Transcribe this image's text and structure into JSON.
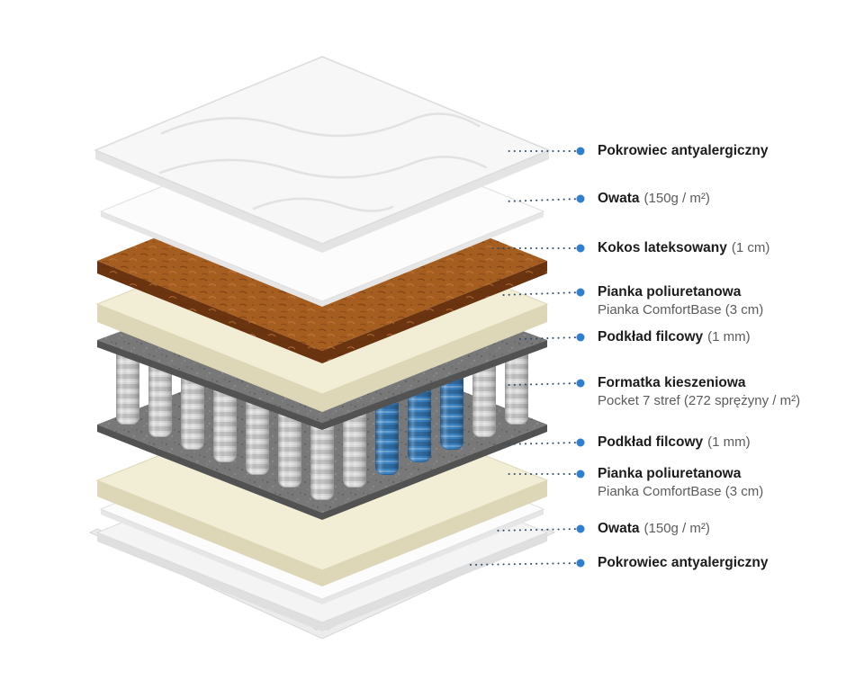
{
  "page": {
    "background_color": "#ffffff",
    "language": "pl",
    "subject": "mattress layer exploded diagram"
  },
  "diagram": {
    "type": "mattress-layer-exploded-view",
    "dot_color": "#2e7fd0",
    "line_color": "#2f4d6b",
    "text_color": "#1c1c1c",
    "secondary_text_color": "#5c5c5c",
    "labels": [
      {
        "main": "Pokrowiec antyalergiczny",
        "secondary": "",
        "layout": "none"
      },
      {
        "main": "Owata",
        "secondary": "(150g / m²)",
        "layout": "inline"
      },
      {
        "main": "Kokos lateksowany",
        "secondary": "(1 cm)",
        "layout": "inline"
      },
      {
        "main": "Pianka poliuretanowa",
        "secondary": "Pianka ComfortBase (3 cm)",
        "layout": "stacked"
      },
      {
        "main": "Podkład filcowy",
        "secondary": "(1 mm)",
        "layout": "inline"
      },
      {
        "main": "Formatka kieszeniowa",
        "secondary": "Pocket 7 stref (272 sprężyny / m²)",
        "layout": "stacked"
      },
      {
        "main": "Podkład filcowy",
        "secondary": "(1 mm)",
        "layout": "inline"
      },
      {
        "main": "Pianka poliuretanowa",
        "secondary": "Pianka ComfortBase (3 cm)",
        "layout": "stacked"
      },
      {
        "main": "Owata",
        "secondary": "(150g / m²)",
        "layout": "inline"
      },
      {
        "main": "Pokrowiec antyalergiczny",
        "secondary": "",
        "layout": "none"
      }
    ],
    "layers": [
      {
        "name": "Pokrowiec antyalergiczny (góra)",
        "color": "#f7f7f7"
      },
      {
        "name": "Owata (góra)",
        "color": "#fcfcfc"
      },
      {
        "name": "Kokos lateksowany",
        "color": "#a55d20"
      },
      {
        "name": "Pianka poliuretanowa ComfortBase (góra)",
        "color": "#f2eed5"
      },
      {
        "name": "Podkład filcowy (góra)",
        "color": "#787878"
      },
      {
        "name": "Formatka kieszeniowa Pocket 7 stref",
        "color": "#dedede",
        "accent_color": "#3a84c6"
      },
      {
        "name": "Podkład filcowy (dół)",
        "color": "#787878"
      },
      {
        "name": "Pianka poliuretanowa ComfortBase (dół)",
        "color": "#f2eed5"
      },
      {
        "name": "Owata (dół)",
        "color": "#fcfcfc"
      },
      {
        "name": "Pokrowiec antyalergiczny (dół)",
        "color": "#f4f4f4"
      }
    ]
  }
}
